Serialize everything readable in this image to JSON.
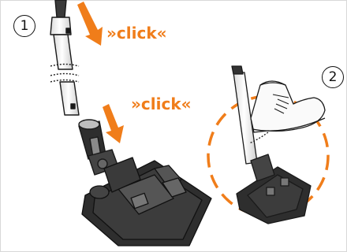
{
  "steps": {
    "one": "1",
    "two": "2"
  },
  "click_labels": {
    "first": "»click«",
    "second": "»click«"
  },
  "colors": {
    "accent": "#f07d1a",
    "ink": "#111111",
    "tube": "#f1f1f1",
    "nozzle": "#2e2e2e"
  },
  "icons": [
    "vacuum-tube-illustration",
    "floor-nozzle-illustration",
    "shoe-illustration",
    "arrow-down-icon"
  ]
}
